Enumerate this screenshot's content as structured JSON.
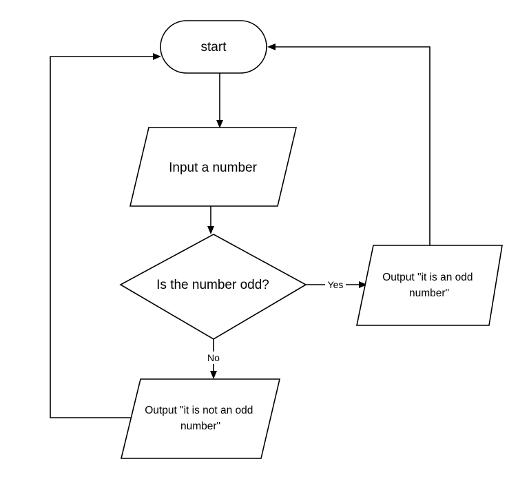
{
  "nodes": {
    "start": {
      "label": "start"
    },
    "input": {
      "label": "Input a number"
    },
    "decision": {
      "label": "Is the number odd?"
    },
    "output_odd": {
      "label_lines": [
        "Output \"it is an odd",
        "number\""
      ]
    },
    "output_not_odd": {
      "label_lines": [
        "Output \"it is not an odd",
        "number\""
      ]
    }
  },
  "edges": {
    "yes": {
      "label": "Yes"
    },
    "no": {
      "label": "No"
    }
  },
  "colors": {
    "stroke": "#000000",
    "fill": "#ffffff"
  }
}
